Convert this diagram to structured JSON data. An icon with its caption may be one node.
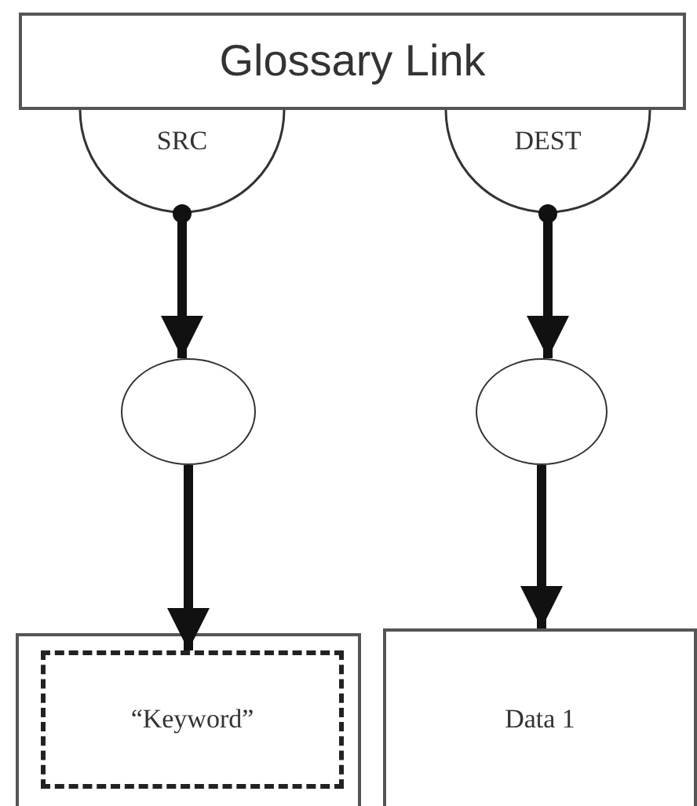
{
  "diagram": {
    "nodes": [
      {
        "text": [
          "Glossary Link"
        ]
      },
      {
        "text": [
          "SRC"
        ]
      },
      {
        "text": [
          "DEST"
        ]
      },
      {
        "text": [],
        "shape": "circle"
      },
      {
        "text": [],
        "shape": "circle"
      },
      {
        "text": [],
        "shape": "box"
      },
      {
        "text": [
          "“Keyword”"
        ],
        "in": 5
      },
      {
        "text": [
          "Data 1"
        ]
      }
    ],
    "edges": [
      {
        "from": 1,
        "to": 3,
        "arrow": "to"
      },
      {
        "from": 3,
        "to": 6,
        "arrow": "to"
      },
      {
        "from": 2,
        "to": 4,
        "arrow": "to"
      },
      {
        "from": 4,
        "to": 7,
        "arrow": "to"
      }
    ]
  }
}
